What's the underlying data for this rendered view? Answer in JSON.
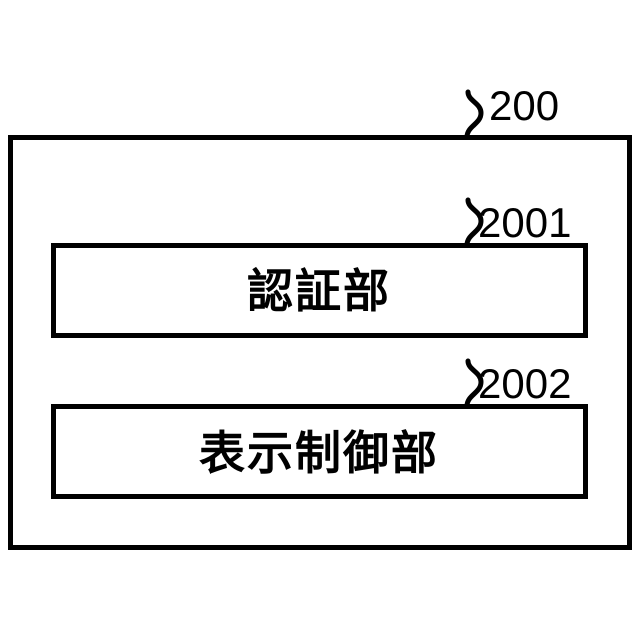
{
  "figure": {
    "background_color": "#ffffff",
    "line_color": "#000000",
    "outer_block": {
      "reference_numeral": "200",
      "name": "outer-system-block"
    },
    "inner_blocks": [
      {
        "reference_numeral": "2001",
        "label": "認証部"
      },
      {
        "reference_numeral": "2002",
        "label": "表示制御部"
      }
    ]
  }
}
